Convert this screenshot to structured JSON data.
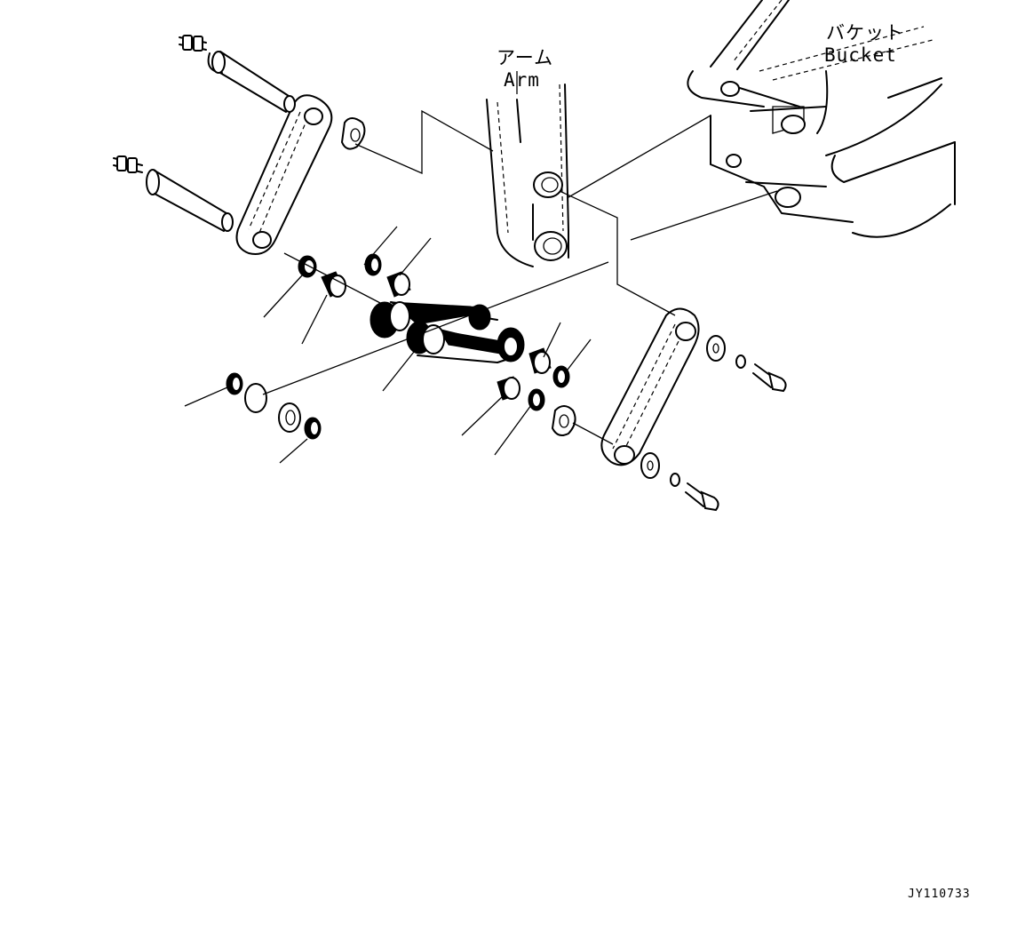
{
  "labels": {
    "arm_jp": "アーム",
    "arm_en": "Arm",
    "bucket_jp": "バケット",
    "bucket_en": "Bucket"
  },
  "drawing_code": "JY110733"
}
